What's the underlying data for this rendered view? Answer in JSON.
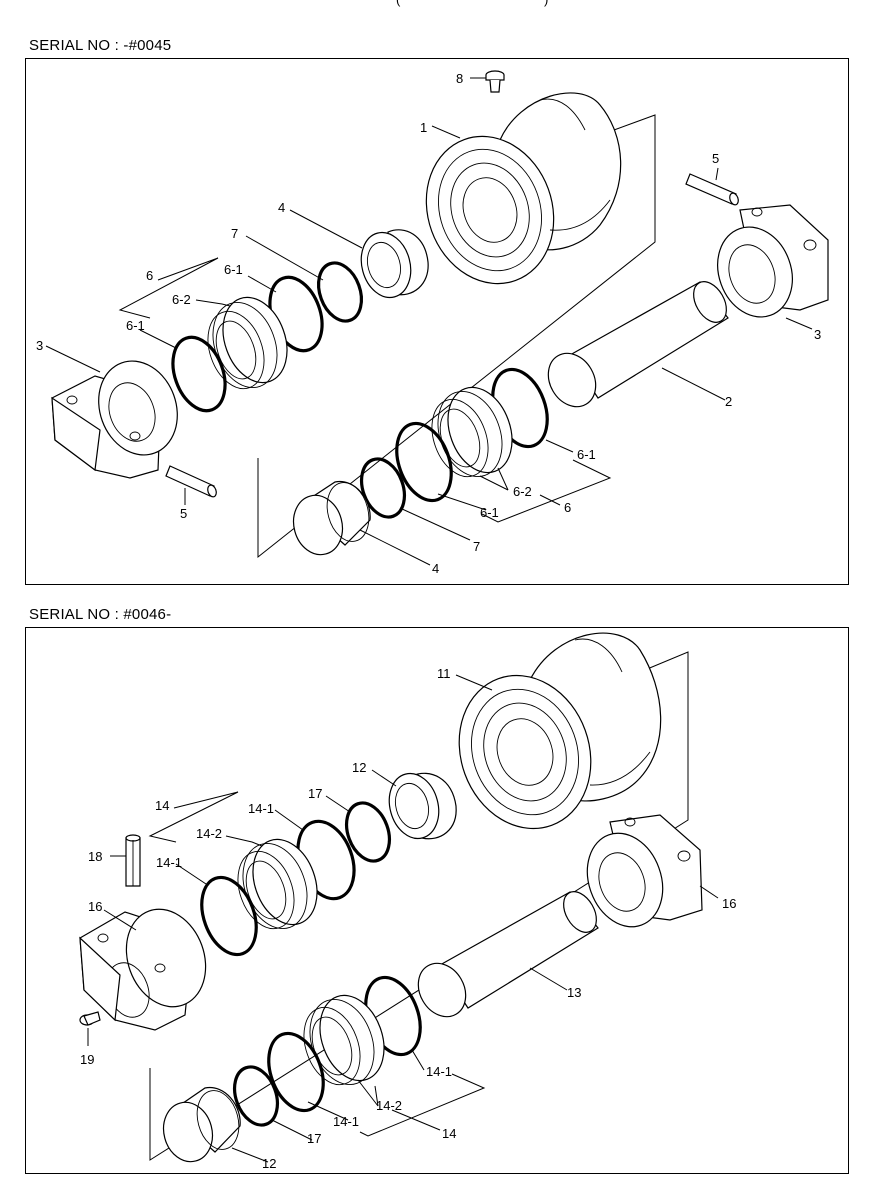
{
  "header_fragment": "(",
  "header_fragment_right": ")",
  "sections": [
    {
      "serial": "SERIAL NO : -#0045",
      "labels": {
        "l8": "8",
        "l1": "1",
        "l5a": "5",
        "l4a": "4",
        "l7a": "7",
        "l6a": "6",
        "l61a": "6-1",
        "l62a": "6-2",
        "l61b": "6-1",
        "l3a": "3",
        "l3b": "3",
        "l2": "2",
        "l61c": "6-1",
        "l62b": "6-2",
        "l61d": "6-1",
        "l6b": "6",
        "l5b": "5",
        "l7b": "7",
        "l4b": "4"
      }
    },
    {
      "serial": "SERIAL NO : #0046-",
      "labels": {
        "l11": "11",
        "l12a": "12",
        "l17a": "17",
        "l14a": "14",
        "l141a": "14-1",
        "l142a": "14-2",
        "l141b": "14-1",
        "l18": "18",
        "l16a": "16",
        "l16b": "16",
        "l13": "13",
        "l19": "19",
        "l141c": "14-1",
        "l142b": "14-2",
        "l141d": "14-1",
        "l14b": "14",
        "l17b": "17",
        "l12b": "12"
      }
    }
  ]
}
